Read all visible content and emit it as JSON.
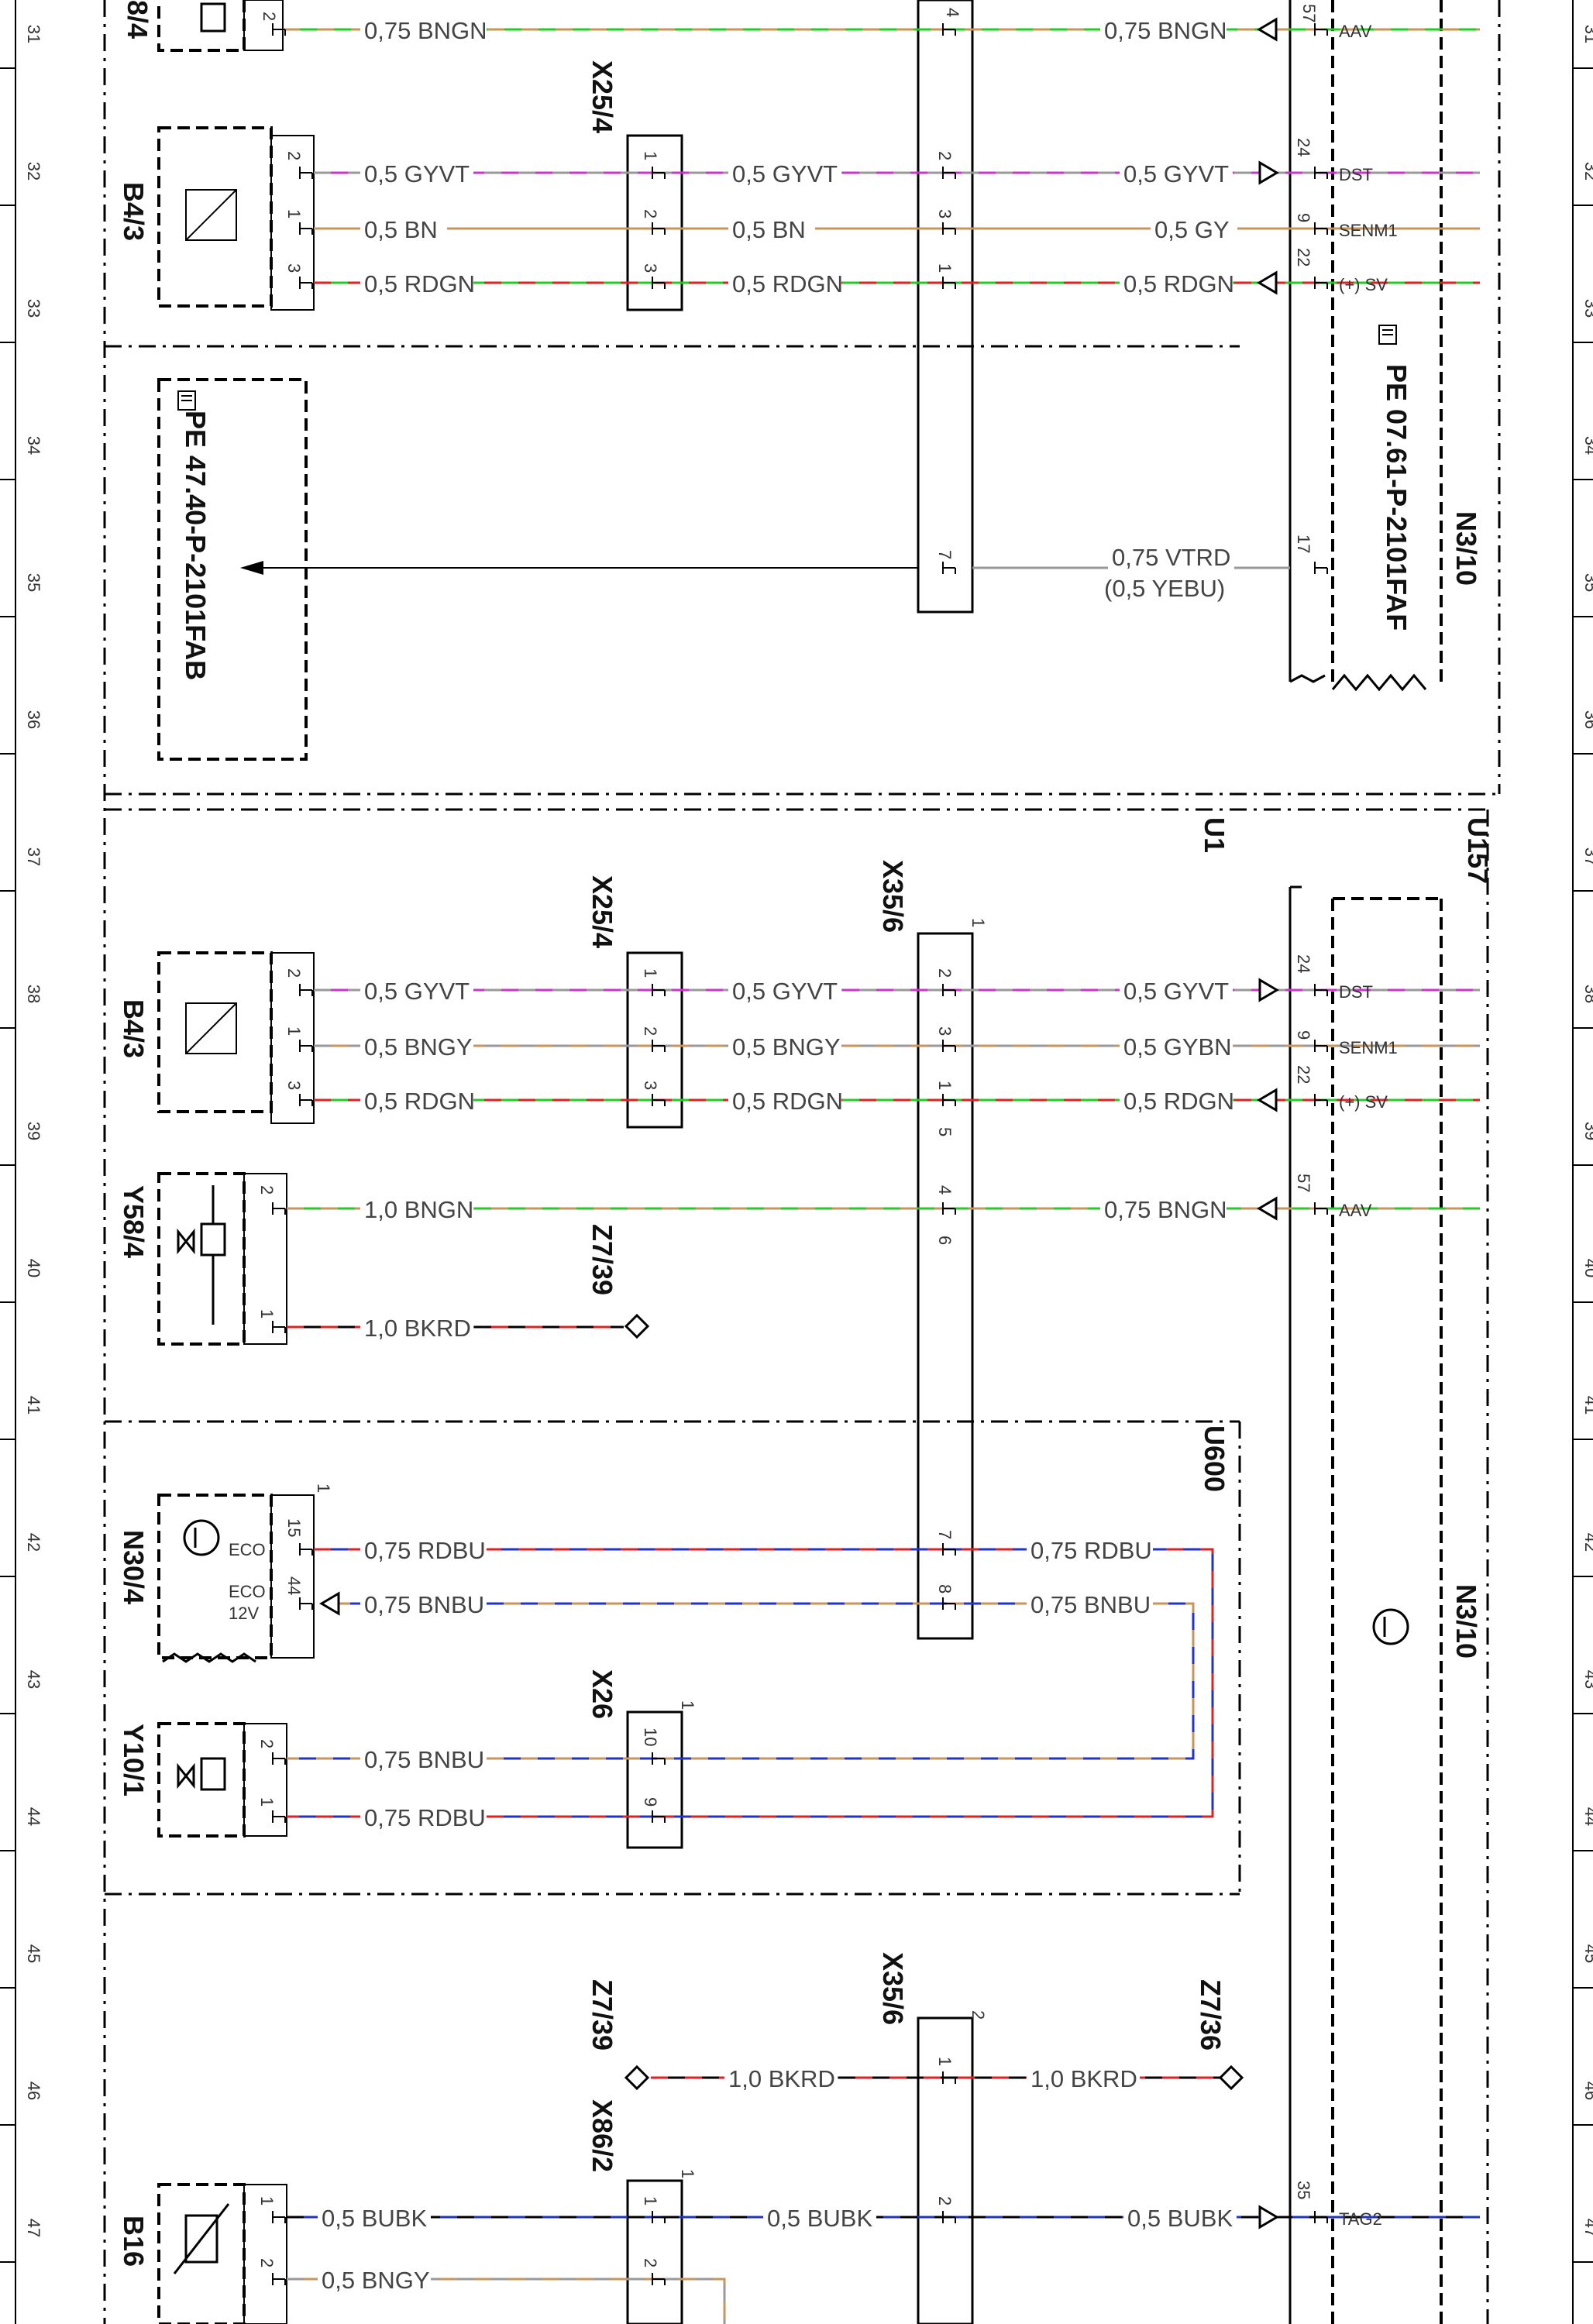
{
  "rows": [
    "31",
    "32",
    "33",
    "34",
    "35",
    "36",
    "37",
    "38",
    "39",
    "40",
    "41",
    "42",
    "43",
    "44",
    "45",
    "46",
    "47"
  ],
  "colors": {
    "GN": "#22cc22",
    "BN": "#c8965a",
    "GY": "#999999",
    "VT": "#cc33cc",
    "RD": "#dd2222",
    "BU": "#2233cc",
    "BK": "#000000",
    "YE": "#e6c800"
  },
  "components": {
    "y58_4_top": "8/4",
    "b4_3_a": "B4/3",
    "b4_3_b": "B4/3",
    "y58_4": "Y58/4",
    "n30_4": "N30/4",
    "y10_1": "Y10/1",
    "b16": "B16",
    "x25_4_a": "X25/4",
    "x25_4_b": "X25/4",
    "x35_6_a": "X35/6",
    "x35_6_b": "X35/6",
    "x26": "X26",
    "x86_2": "X86/2",
    "z7_39_a": "Z7/39",
    "z7_39_b": "Z7/39",
    "z7_36": "Z7/36",
    "n3_10_a": "N3/10",
    "n3_10_b": "N3/10",
    "u1": "U1",
    "u157": "U157",
    "u600": "U600"
  },
  "refs": {
    "pe_left": "PE 47.40-P-2101FAB",
    "pe_right": "PE 07.61-P-2101FAF"
  },
  "signals": {
    "aav": "AAV",
    "dst": "DST",
    "senm1": "SENM1",
    "sv": "(+) SV",
    "tag2": "TAG2",
    "eco": "ECO",
    "eco12": "ECO",
    "v12": "12V"
  },
  "wires": {
    "w1a": "0,75 BNGN",
    "w1b": "0,75 BNGN",
    "w2a": "0,5 GYVT",
    "w2b": "0,5 GYVT",
    "w2c": "0,5 GYVT",
    "w3a": "0,5 BN",
    "w3b": "0,5 BN",
    "w3c": "0,5 GY",
    "w4a": "0,5 RDGN",
    "w4b": "0,5 RDGN",
    "w4c": "0,5 RDGN",
    "w5a": "0,75 VTRD",
    "w5b": "(0,5 YEBU)",
    "w6a": "0,5 GYVT",
    "w6b": "0,5 GYVT",
    "w6c": "0,5 GYVT",
    "w7a": "0,5 BNGY",
    "w7b": "0,5 BNGY",
    "w7c": "0,5 GYBN",
    "w8a": "0,5 RDGN",
    "w8b": "0,5 RDGN",
    "w8c": "0,5 RDGN",
    "w9a": "1,0 BNGN",
    "w9b": "0,75 BNGN",
    "w10": "1,0 BKRD",
    "w11a": "0,75 RDBU",
    "w11b": "0,75 RDBU",
    "w12a": "0,75 BNBU",
    "w12b": "0,75 BNBU",
    "w13": "0,75 BNBU",
    "w14": "0,75 RDBU",
    "w15a": "1,0 BKRD",
    "w15b": "1,0 BKRD",
    "w16a": "0,5 BUBK",
    "w16b": "0,5 BUBK",
    "w16c": "0,5 BUBK",
    "w17": "0,5 BNGY"
  },
  "pins": {
    "p_top2": "2",
    "p_top4": "4",
    "p_top57": "57",
    "p32_2": "2",
    "p33_1": "1",
    "p33_3": "3",
    "x254a_1": "1",
    "x254a_2": "2",
    "x254a_3": "3",
    "x356a_2": "2",
    "x356a_3": "3",
    "x356a_1": "1",
    "x356a_7": "7",
    "n310_24": "24",
    "n310_9": "9",
    "n310_22": "22",
    "n310_17": "17",
    "b2_2": "2",
    "b2_1": "1",
    "b2_3": "3",
    "x254b_1": "1",
    "x254b_2": "2",
    "x254b_3": "3",
    "x356b_top": "1",
    "x356b_2": "2",
    "x356b_3": "3",
    "x356b_1": "1",
    "x356b_5": "5",
    "x356b_4": "4",
    "x356b_6": "6",
    "x356b_7": "7",
    "x356b_8": "8",
    "n310b_24": "24",
    "n310b_9": "9",
    "n310b_22": "22",
    "n310b_57": "57",
    "y58_2": "2",
    "y58_1": "1",
    "n30_1": "1",
    "n30_15": "15",
    "n30_44": "44",
    "y10_2": "2",
    "y10_1": "1",
    "x26_1": "1",
    "x26_10": "10",
    "x26_9": "9",
    "x356c_2": "2",
    "x356c_1": "1",
    "x356c_2b": "2",
    "x862_1": "1",
    "x862_1b": "1",
    "x862_2": "2",
    "b16_1": "1",
    "b16_2": "2",
    "n310c_35": "35"
  }
}
